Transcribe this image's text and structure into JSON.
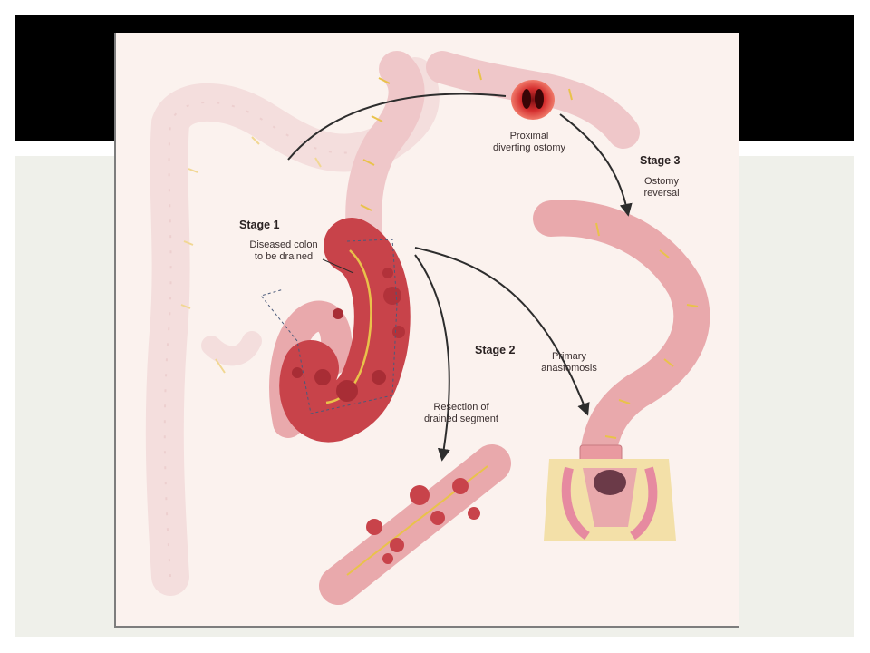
{
  "labels": {
    "stage1": "Stage 1",
    "diseased_line1": "Diseased colon",
    "diseased_line2": "to be drained",
    "proximal_line1": "Proximal",
    "proximal_line2": "diverting ostomy",
    "stage3": "Stage 3",
    "reversal_line1": "Ostomy",
    "reversal_line2": "reversal",
    "stage2": "Stage 2",
    "anastomosis_line1": "Primary",
    "anastomosis_line2": "anastomosis",
    "resection_line1": "Resection of",
    "resection_line2": "drained segment"
  },
  "colors": {
    "colon_pale": "#efcfd0",
    "colon_pink": "#e9a9ac",
    "diseased": "#c8434a",
    "ostomy": "#d42e2e",
    "vessel": "#e9c24a",
    "arrow": "#2d2d2d"
  }
}
